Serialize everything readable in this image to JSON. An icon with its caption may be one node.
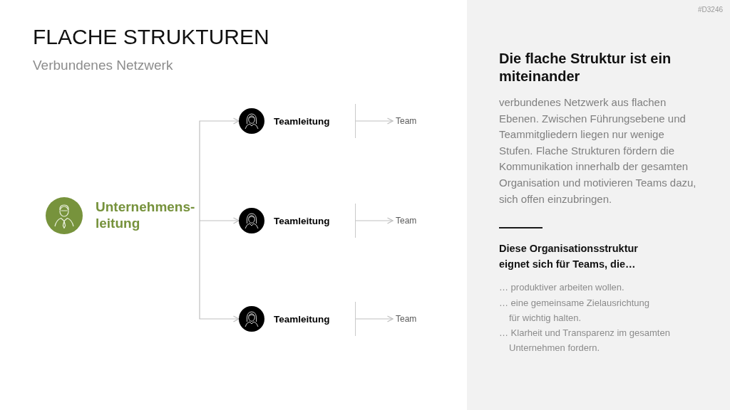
{
  "diagram": {
    "title": "FLACHE STRUKTUREN",
    "nodes": [
      {
        "text": [
          "Unternehmens- leitung"
        ]
      },
      {
        "text": [
          "Teamleitung"
        ]
      },
      {
        "text": [
          "Teamleitung"
        ]
      },
      {
        "text": [
          "Teamleitung"
        ]
      },
      {
        "text": [
          "Team"
        ]
      },
      {
        "text": [
          "Team"
        ]
      },
      {
        "text": [
          "Team"
        ]
      }
    ],
    "edges": [
      {
        "from": 0,
        "to": 1,
        "arrow": "to"
      },
      {
        "from": 0,
        "to": 2,
        "arrow": "to"
      },
      {
        "from": 0,
        "to": 3,
        "arrow": "to"
      },
      {
        "from": 1,
        "to": 4,
        "arrow": "to"
      },
      {
        "from": 2,
        "to": 5,
        "arrow": "to"
      },
      {
        "from": 3,
        "to": 6,
        "arrow": "to"
      }
    ],
    "labels": [
      "#D3246",
      "Verbundenes Netzwerk",
      "Die flache Struktur ist ein miteinander",
      "verbundenes Netzwerk aus flachen Ebenen. Zwischen Führungsebene und Teammitgliedern liegen nur wenige Stufen. Flache Strukturen fördern die Kommunikation innerhalb der gesamten Organisation und motivieren Teams dazu, sich offen einzubringen.",
      "Diese Organisationsstruktur eignet sich für Teams, die…",
      "… produktiver arbeiten wollen.",
      "… eine gemeinsame Zielausrichtung für wichtig halten.",
      "… Klarheit und Transparenz im gesamten Unternehmen fordern."
    ]
  }
}
